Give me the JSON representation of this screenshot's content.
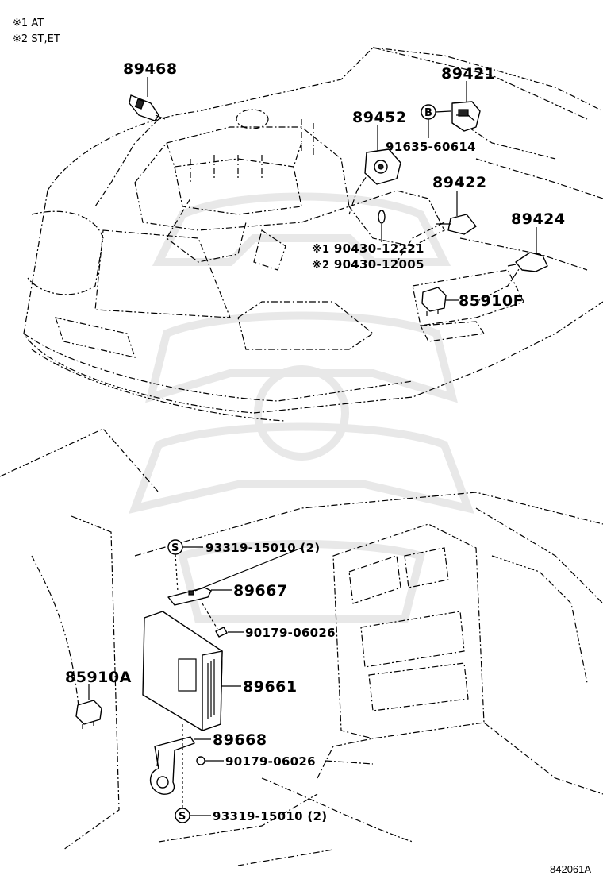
{
  "notes": [
    {
      "mark": "※1",
      "text": "AT"
    },
    {
      "mark": "※2",
      "text": "ST,ET"
    }
  ],
  "parts": {
    "p89468": "89468",
    "p89421": "89421",
    "p89452": "89452",
    "p91635": "91635-60614",
    "p89422": "89422",
    "p89424": "89424",
    "p90430a_mark": "※1",
    "p90430a": "90430-12221",
    "p90430b_mark": "※2",
    "p90430b": "90430-12005",
    "p85910F": "85910F",
    "p93319a": "93319-15010 (2)",
    "p89667": "89667",
    "p90179a": "90179-06026",
    "p85910A": "85910A",
    "p89661": "89661",
    "p89668": "89668",
    "p90179b": "90179-06026",
    "p93319b": "93319-15010 (2)"
  },
  "symbols": {
    "bolt_b": "B",
    "screw_s1": "S",
    "screw_s2": "S"
  },
  "figure_code": "842061A"
}
